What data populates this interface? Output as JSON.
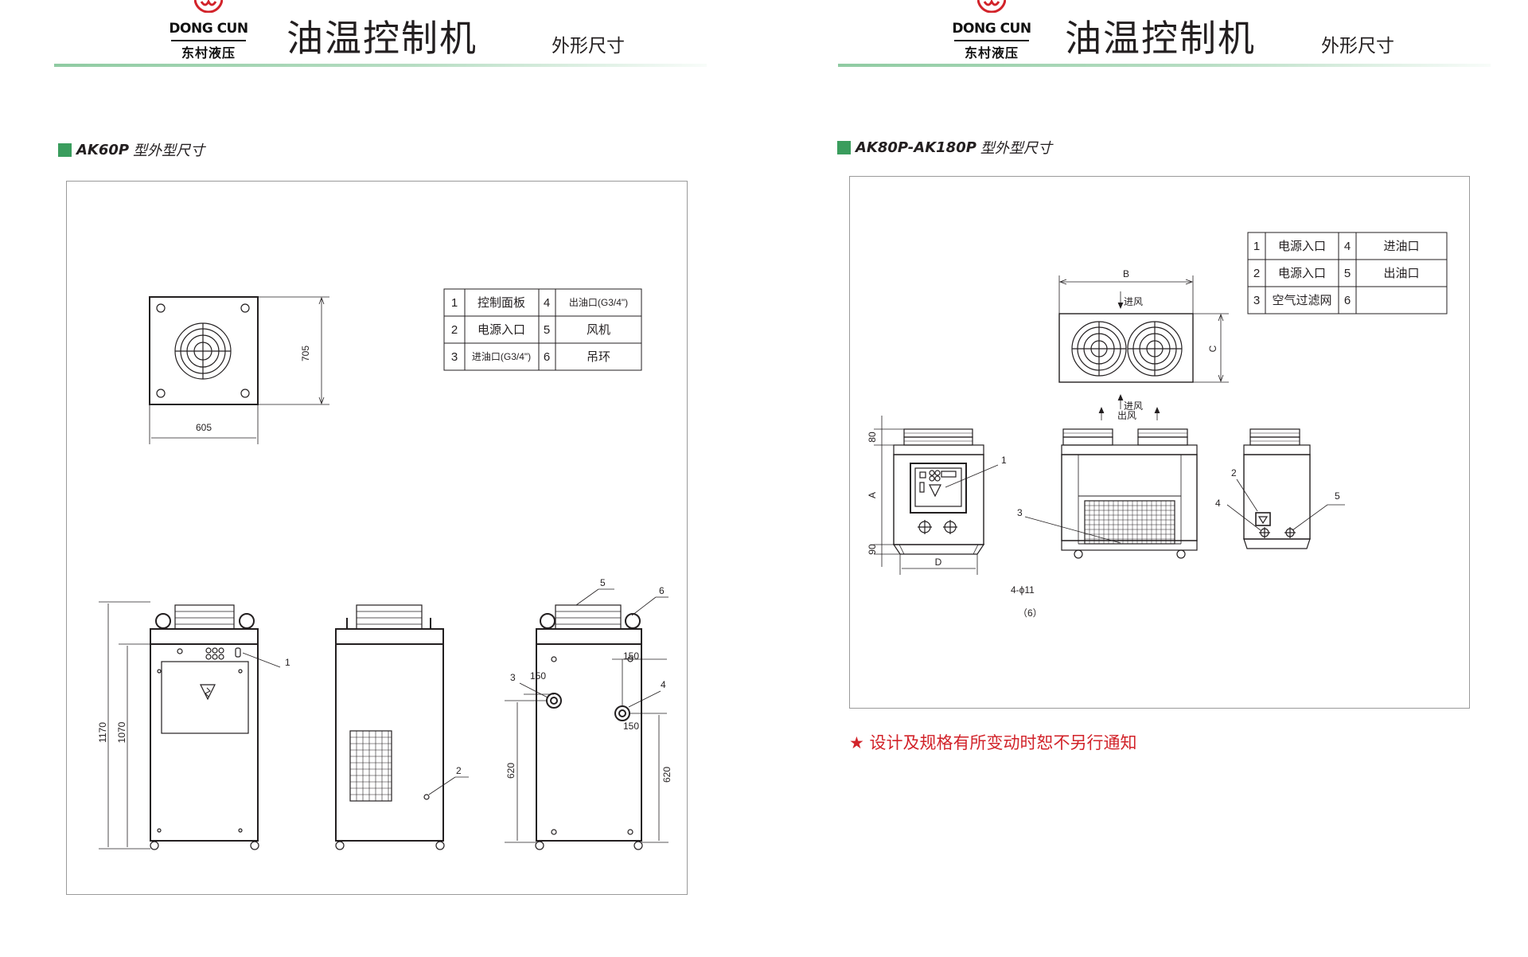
{
  "header": {
    "brand_en": "DONG CUN",
    "brand_cn": "东村液压",
    "product_title": "油温控制机",
    "section_label": "外形尺寸"
  },
  "left_page": {
    "model_code": "AK60P",
    "model_suffix": "型外型尺寸",
    "parts_table": [
      {
        "no": "1",
        "name": "控制面板",
        "no2": "4",
        "name2": "出油口(G3/4\")"
      },
      {
        "no": "2",
        "name": "电源入口",
        "no2": "5",
        "name2": "风机"
      },
      {
        "no": "3",
        "name": "进油口(G3/4\")",
        "no2": "6",
        "name2": "吊环"
      }
    ],
    "dimensions": {
      "top_width": "605",
      "top_depth": "705",
      "overall_height": "1170",
      "body_height": "1070",
      "outlet_height": "620",
      "inlet_height": "620",
      "inlet_offset": "150",
      "outlet_offset_top": "150",
      "outlet_offset_bottom": "150"
    },
    "callouts": [
      "1",
      "2",
      "3",
      "4",
      "5",
      "6"
    ]
  },
  "right_page": {
    "model_code": "AK80P-AK180P",
    "model_suffix": "型外型尺寸",
    "parts_table": [
      {
        "no": "1",
        "name": "电源入口",
        "no2": "4",
        "name2": "进油口"
      },
      {
        "no": "2",
        "name": "电源入口",
        "no2": "5",
        "name2": "出油口"
      },
      {
        "no": "3",
        "name": "空气过滤网",
        "no2": "6",
        "name2": ""
      }
    ],
    "dimensions": {
      "width": "B",
      "depth": "C",
      "top_height": "80",
      "body_height": "A",
      "base_height": "90",
      "foot_span": "D",
      "hole_spec": "4-ϕ11",
      "hole_count": "（6）"
    },
    "airflow": {
      "intake_top": "进风",
      "intake_bottom": "进风",
      "exhaust": "出风"
    },
    "callouts": [
      "1",
      "2",
      "3",
      "4",
      "5"
    ],
    "notice": "★ 设计及规格有所变动时恕不另行通知"
  }
}
